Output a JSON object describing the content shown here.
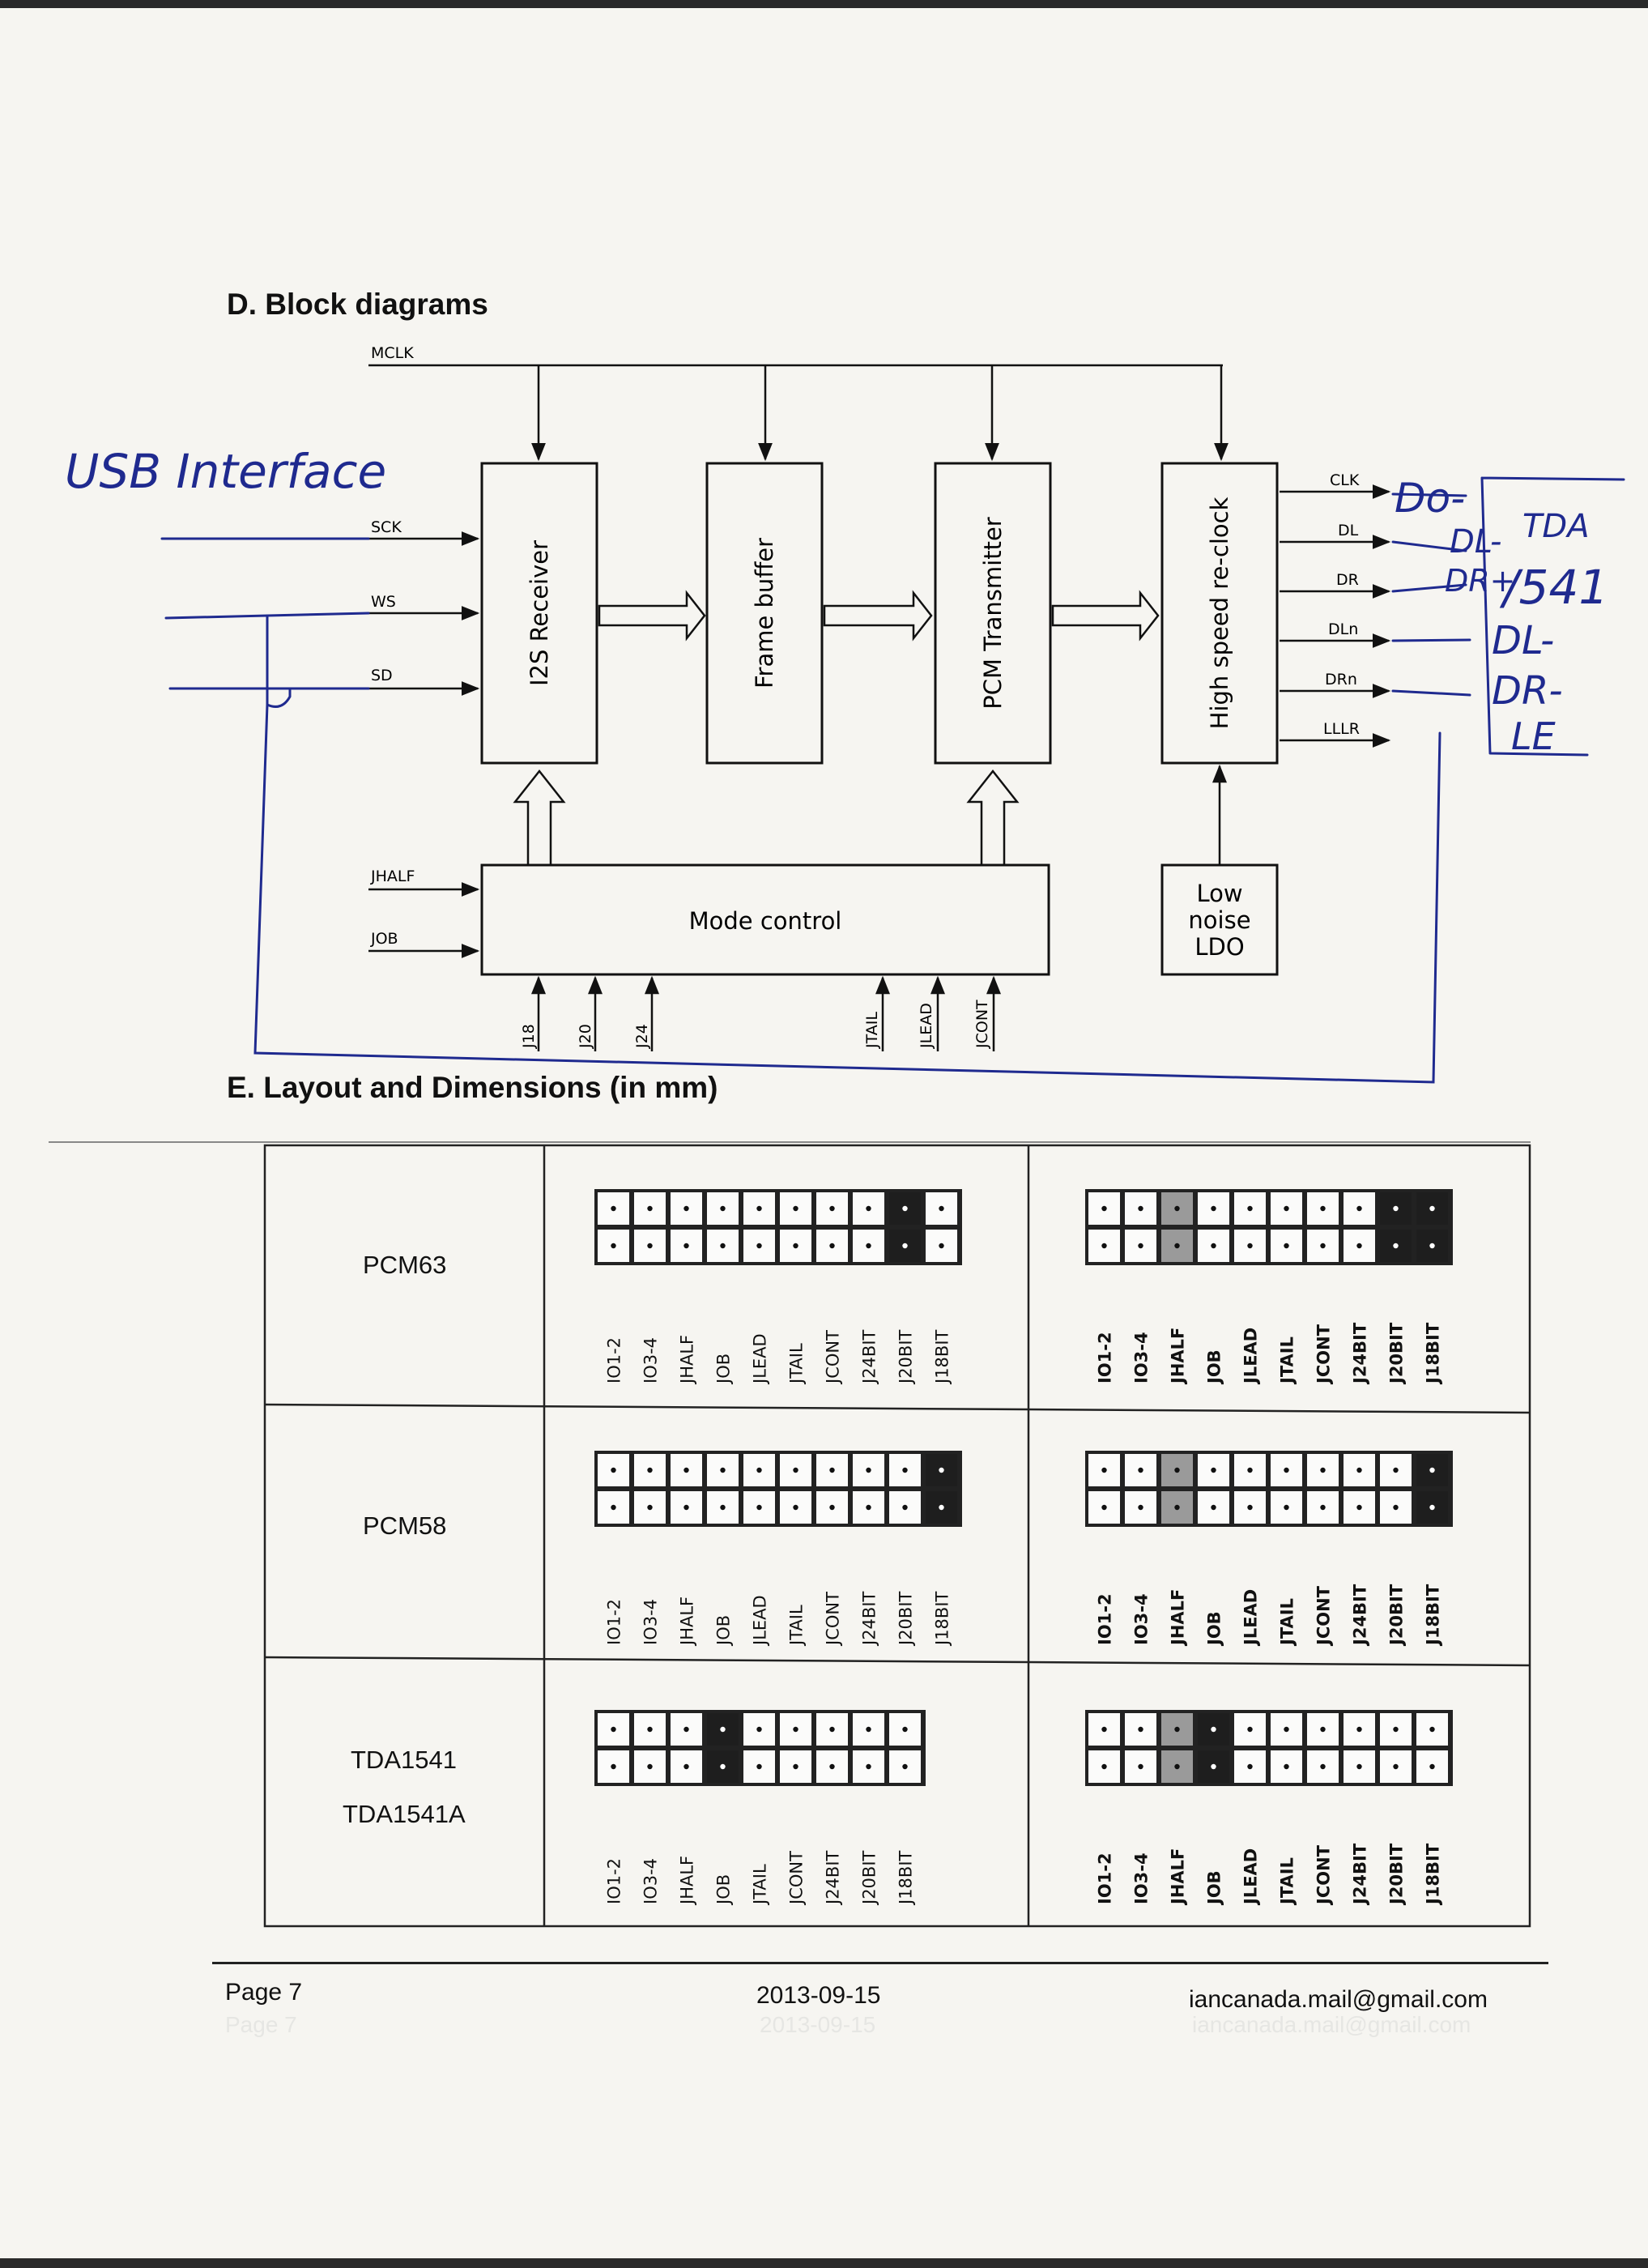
{
  "block_diagram": {
    "heading": "D.  Block diagrams",
    "mclk": "MCLK",
    "inputs": [
      "SCK",
      "WS",
      "SD"
    ],
    "blocks": {
      "i2s": "I2S Receiver",
      "frame": "Frame buffer",
      "pcm": "PCM Transmitter",
      "reclock": "High speed re-clock",
      "mode": "Mode control",
      "ldo": [
        "Low",
        "noise",
        "LDO"
      ]
    },
    "outputs": [
      "CLK",
      "DL",
      "DR",
      "DLn",
      "DRn",
      "LLLR"
    ],
    "mode_inputs": [
      "JHALF",
      "JOB"
    ],
    "bottom_inputs": [
      "J18",
      "J20",
      "J24",
      "JTAIL",
      "JLEAD",
      "JCONT"
    ]
  },
  "handwritten": {
    "usb": "USB Interface",
    "out1": "Do-",
    "out2": "DL-",
    "out3": "DR+",
    "chip1": "TDA",
    "chip2": "/541",
    "out4": "DL-",
    "out5": "DR-",
    "out6": "LE"
  },
  "layout": {
    "heading": "E.  Layout and Dimensions (in mm)",
    "rows": [
      {
        "name": "PCM63",
        "name2": "",
        "left_labels": [
          "IO1-2",
          "IO3-4",
          "JHALF",
          "JOB",
          "JLEAD",
          "JTAIL",
          "JCONT",
          "J24BIT",
          "J20BIT",
          "J18BIT"
        ],
        "left_states": [
          0,
          0,
          0,
          0,
          0,
          0,
          0,
          0,
          2,
          0
        ],
        "right_labels": [
          "IO1-2",
          "IO3-4",
          "JHALF",
          "JOB",
          "JLEAD",
          "JTAIL",
          "JCONT",
          "J24BIT",
          "J20BIT",
          "J18BIT"
        ],
        "right_states": [
          0,
          0,
          1,
          0,
          0,
          0,
          0,
          0,
          2,
          2
        ]
      },
      {
        "name": "PCM58",
        "name2": "",
        "left_labels": [
          "IO1-2",
          "IO3-4",
          "JHALF",
          "JOB",
          "JLEAD",
          "JTAIL",
          "JCONT",
          "J24BIT",
          "J20BIT",
          "J18BIT"
        ],
        "left_states": [
          0,
          0,
          0,
          0,
          0,
          0,
          0,
          0,
          0,
          2
        ],
        "right_labels": [
          "IO1-2",
          "IO3-4",
          "JHALF",
          "JOB",
          "JLEAD",
          "JTAIL",
          "JCONT",
          "J24BIT",
          "J20BIT",
          "J18BIT"
        ],
        "right_states": [
          0,
          0,
          1,
          0,
          0,
          0,
          0,
          0,
          0,
          2
        ]
      },
      {
        "name": "TDA1541",
        "name2": "TDA1541A",
        "left_labels": [
          "IO1-2",
          "IO3-4",
          "JHALF",
          "JOB",
          "JTAIL",
          "JCONT",
          "J24BIT",
          "J20BIT",
          "J18BIT"
        ],
        "left_states": [
          0,
          0,
          0,
          2,
          0,
          0,
          0,
          0,
          0
        ],
        "right_labels": [
          "IO1-2",
          "IO3-4",
          "JHALF",
          "JOB",
          "JLEAD",
          "JTAIL",
          "JCONT",
          "J24BIT",
          "J20BIT",
          "J18BIT"
        ],
        "right_states": [
          0,
          0,
          1,
          2,
          0,
          0,
          0,
          0,
          0,
          0
        ]
      }
    ]
  },
  "footer": {
    "page": "Page 7",
    "date": "2013-09-15",
    "email": "iancanada.mail@gmail.com"
  },
  "colors": {
    "ink": "#111111",
    "pen": "#1f2a8f",
    "jumper_dark": "#1e1e1e",
    "jumper_gray": "#9a9a9a",
    "paper": "#f6f5f1"
  }
}
